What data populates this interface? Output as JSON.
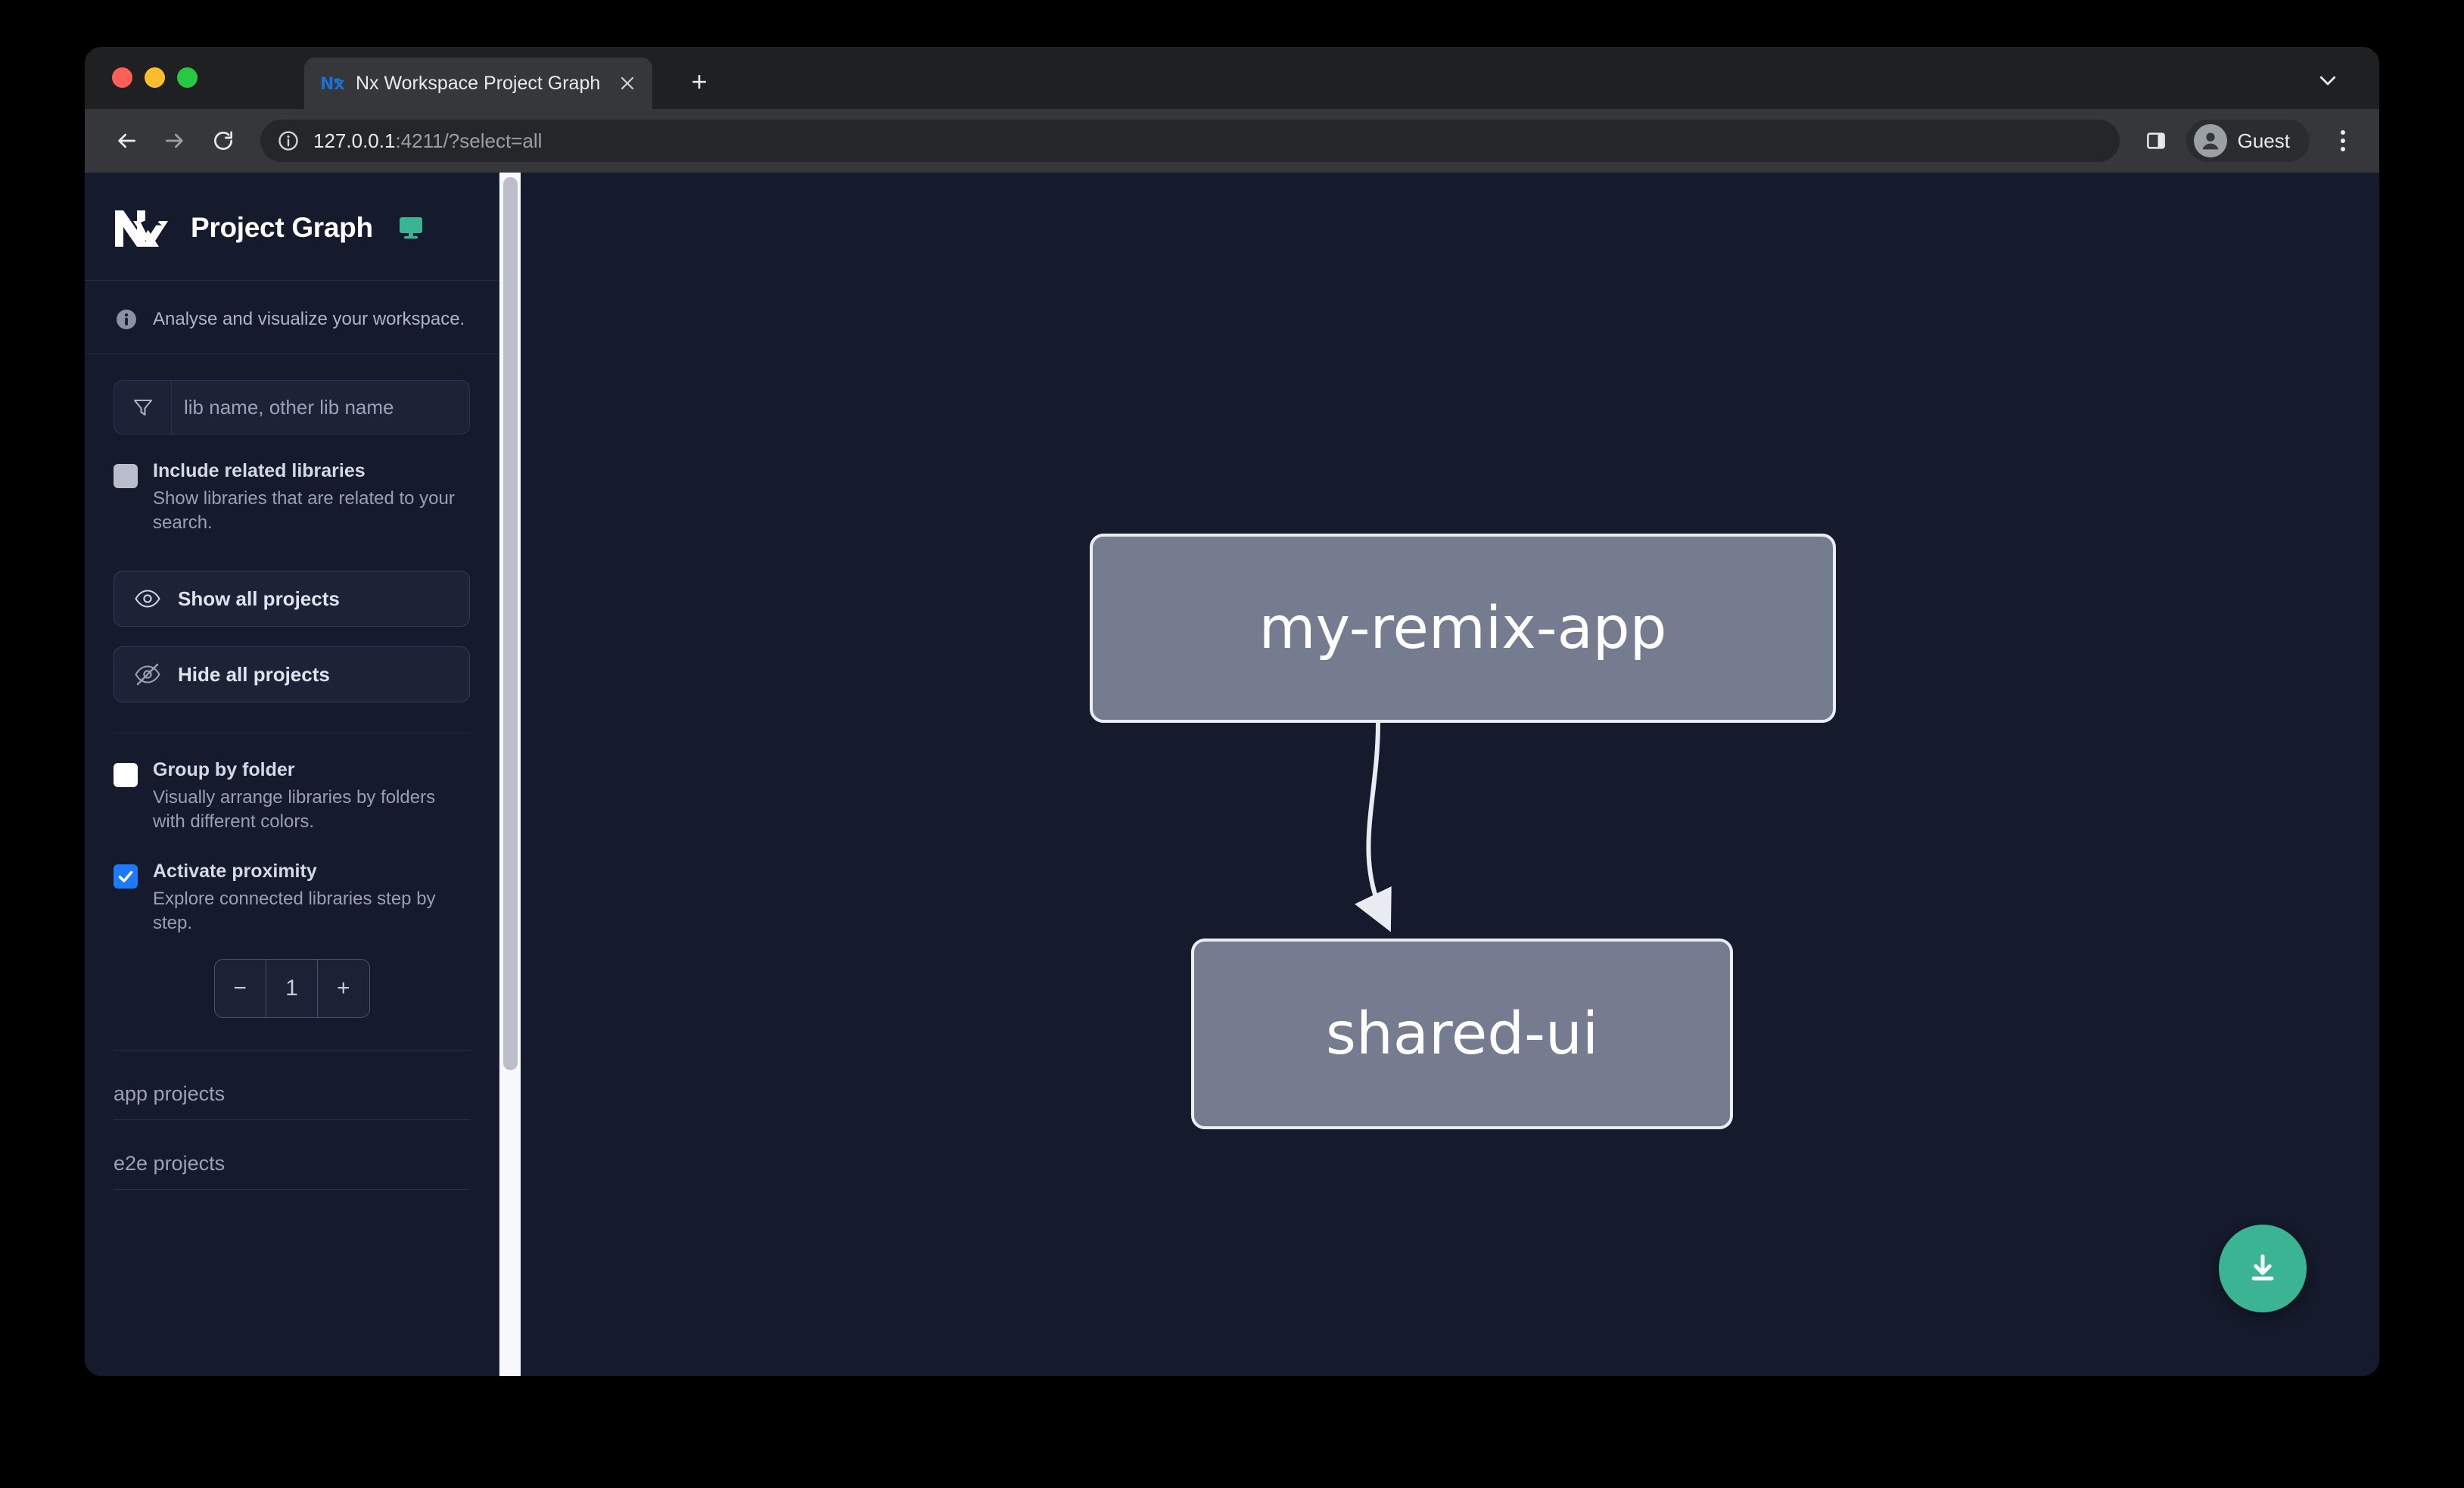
{
  "browser": {
    "tab": {
      "title": "Nx Workspace Project Graph",
      "favicon_icon": "nx-favicon-icon",
      "close_icon": "close-icon"
    },
    "new_tab_label": "+",
    "tabstrip_chevron_icon": "chevron-down-icon",
    "toolbar": {
      "back_icon": "back-arrow-icon",
      "forward_icon": "forward-arrow-icon",
      "reload_icon": "reload-icon",
      "info_icon": "site-info-icon",
      "url_host": "127.0.0.1",
      "url_path": ":4211/?select=all",
      "side_panel_icon": "side-panel-icon",
      "profile_name": "Guest",
      "avatar_icon": "person-avatar-icon",
      "menu_icon": "kebab-menu-icon"
    }
  },
  "sidebar": {
    "logo_icon": "nx-logo-icon",
    "title": "Project Graph",
    "monitor_icon": "monitor-icon",
    "tagline_icon": "info-icon",
    "tagline": "Analyse and visualize your workspace.",
    "filter": {
      "icon": "filter-funnel-icon",
      "value": "",
      "placeholder": "lib name, other lib name"
    },
    "options": [
      {
        "id": "include-related-libraries",
        "label": "Include related libraries",
        "desc": "Show libraries that are related to your search.",
        "state": "muted"
      },
      {
        "id": "group-by-folder",
        "label": "Group by folder",
        "desc": "Visually arrange libraries by folders with different colors.",
        "state": "unchecked"
      },
      {
        "id": "activate-proximity",
        "label": "Activate proximity",
        "desc": "Explore connected libraries step by step.",
        "state": "checked"
      }
    ],
    "buttons": [
      {
        "id": "show-all-projects",
        "label": "Show all projects",
        "icon": "eye-icon"
      },
      {
        "id": "hide-all-projects",
        "label": "Hide all projects",
        "icon": "eye-off-icon"
      }
    ],
    "stepper": {
      "decrement_label": "−",
      "value": "1",
      "increment_label": "+"
    },
    "sections": [
      {
        "id": "app-projects",
        "label": "app projects"
      },
      {
        "id": "e2e-projects",
        "label": "e2e projects"
      }
    ]
  },
  "graph": {
    "nodes": [
      {
        "id": "my-remix-app",
        "label": "my-remix-app"
      },
      {
        "id": "shared-ui",
        "label": "shared-ui"
      }
    ],
    "edges": [
      {
        "from": "my-remix-app",
        "to": "shared-ui"
      }
    ],
    "download_button": {
      "icon": "download-icon"
    },
    "colors": {
      "canvas_bg": "#151a2c",
      "node_fill": "#767c8f",
      "node_border": "#eceef5",
      "edge": "#e9ebf2",
      "accent_green": "#3bb493",
      "accent_blue": "#1d7afc"
    }
  }
}
